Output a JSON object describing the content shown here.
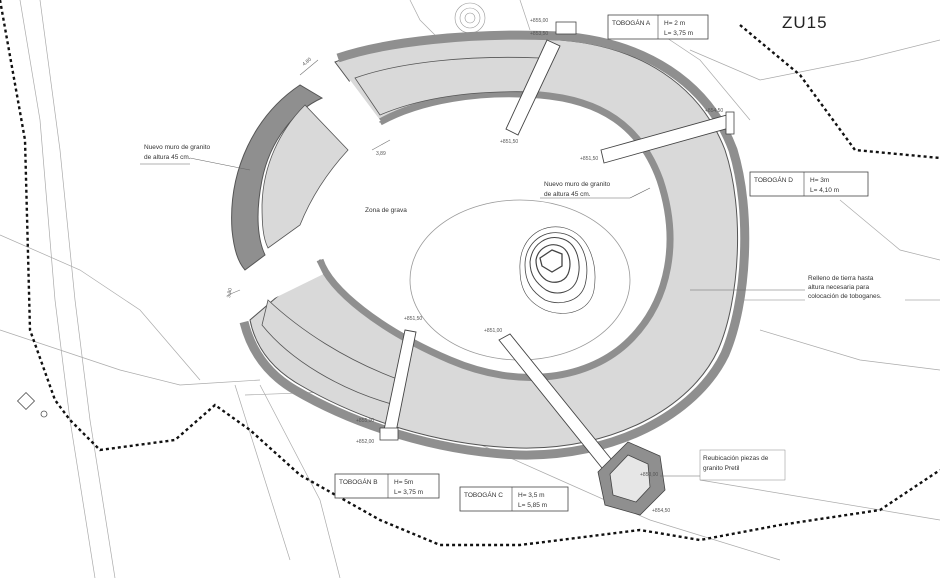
{
  "zone": "ZU15",
  "tobogan_a": {
    "name": "TOBOGÁN A",
    "h": "H= 2 m",
    "l": "L= 3,75 m"
  },
  "tobogan_b": {
    "name": "TOBOGÁN B",
    "h": "H= 5m",
    "l": "L= 3,75 m"
  },
  "tobogan_c": {
    "name": "TOBOGÁN C",
    "h": "H= 3,5 m",
    "l": "L= 5,85 m"
  },
  "tobogan_d": {
    "name": "TOBOGÁN D",
    "h": "H= 3m",
    "l": "L= 4,10 m"
  },
  "note_wall_left": [
    "Nuevo muro de granito",
    "de altura 45 cm."
  ],
  "note_wall_center": [
    "Nuevo muro de granito",
    "de altura 45 cm."
  ],
  "note_gravel": "Zona de grava",
  "note_fill": [
    "Relleno de tierra hasta",
    "altura necesaria para",
    "colocación de toboganes."
  ],
  "note_relocation": [
    "Reubicación piezas de",
    "granito Pretil"
  ],
  "elevations": {
    "a_top": "+855,00",
    "a_bottom": "+853,50",
    "a_end": "+851,50",
    "d_top": "+854,50",
    "d_end": "+851,50",
    "b_top": "+851,50",
    "b_bottom": "+855,00",
    "b_end": "+852,00",
    "c_top": "+851,00",
    "c_mid": "+853,00",
    "c_end": "+854,50"
  },
  "dimensions": {
    "d1": "4,80",
    "d2": "3,89",
    "d3": "3,80"
  },
  "colors": {
    "wall": "#8f8f8f",
    "fill": "#d9d9d9",
    "line": "#444444",
    "boundary": "#111111"
  }
}
